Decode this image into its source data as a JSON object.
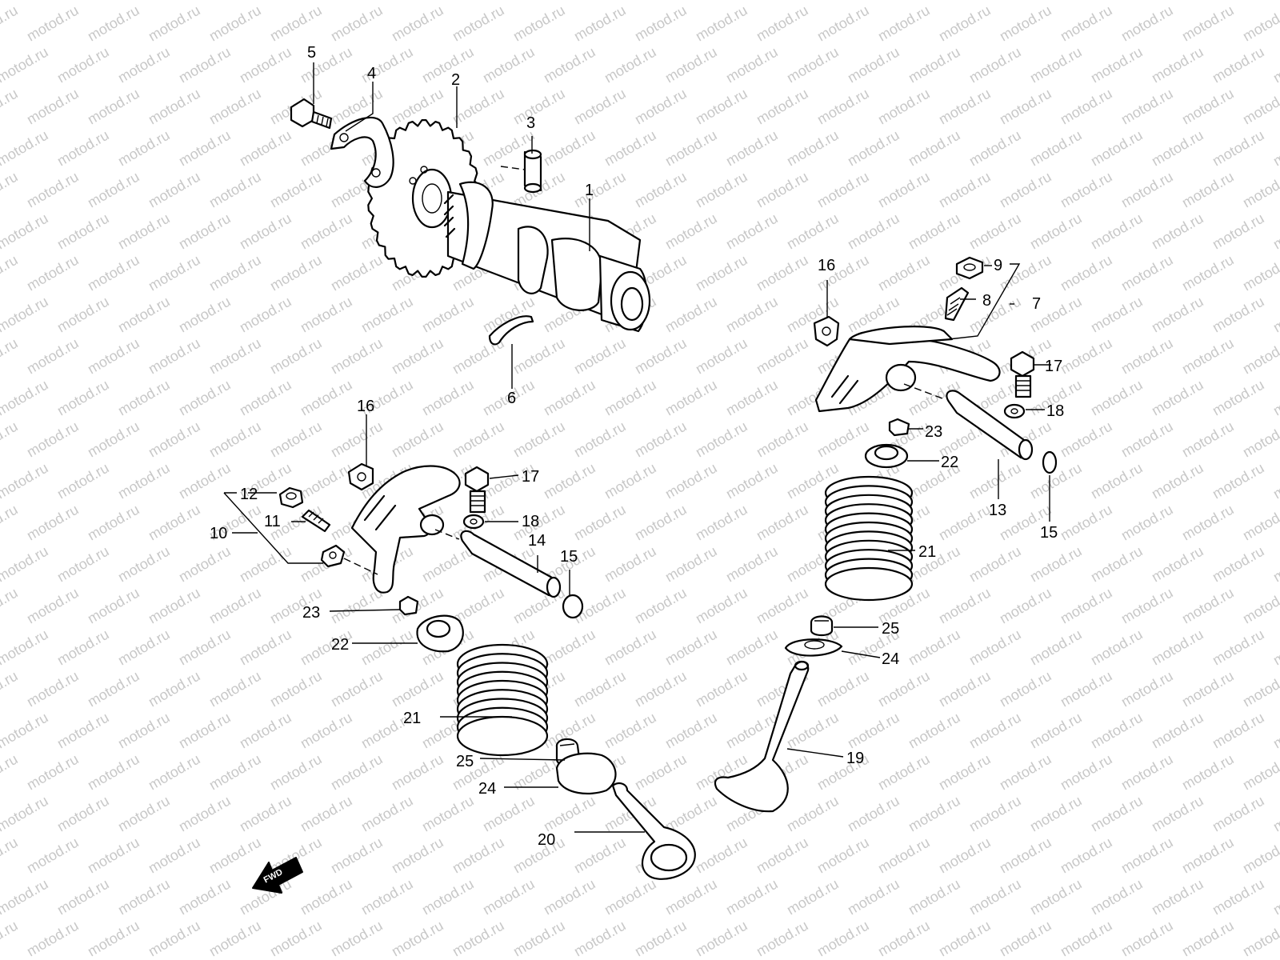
{
  "watermark": "motod.ru",
  "fwd_label": "FWD",
  "callouts": [
    {
      "id": "c1",
      "label": "1"
    },
    {
      "id": "c2",
      "label": "2"
    },
    {
      "id": "c3",
      "label": "3"
    },
    {
      "id": "c4",
      "label": "4"
    },
    {
      "id": "c5",
      "label": "5"
    },
    {
      "id": "c6",
      "label": "6"
    },
    {
      "id": "c7",
      "label": "7"
    },
    {
      "id": "c8",
      "label": "8"
    },
    {
      "id": "c9",
      "label": "9"
    },
    {
      "id": "c10",
      "label": "10"
    },
    {
      "id": "c11",
      "label": "11"
    },
    {
      "id": "c12",
      "label": "12"
    },
    {
      "id": "c13",
      "label": "13"
    },
    {
      "id": "c14",
      "label": "14"
    },
    {
      "id": "c15a",
      "label": "15"
    },
    {
      "id": "c15b",
      "label": "15"
    },
    {
      "id": "c16a",
      "label": "16"
    },
    {
      "id": "c16b",
      "label": "16"
    },
    {
      "id": "c17a",
      "label": "17"
    },
    {
      "id": "c17b",
      "label": "17"
    },
    {
      "id": "c18a",
      "label": "18"
    },
    {
      "id": "c18b",
      "label": "18"
    },
    {
      "id": "c19",
      "label": "19"
    },
    {
      "id": "c20",
      "label": "20"
    },
    {
      "id": "c21a",
      "label": "21"
    },
    {
      "id": "c21b",
      "label": "21"
    },
    {
      "id": "c22a",
      "label": "22"
    },
    {
      "id": "c22b",
      "label": "22"
    },
    {
      "id": "c23a",
      "label": "23"
    },
    {
      "id": "c23b",
      "label": "23"
    },
    {
      "id": "c24a",
      "label": "24"
    },
    {
      "id": "c24b",
      "label": "24"
    },
    {
      "id": "c25a",
      "label": "25"
    },
    {
      "id": "c25b",
      "label": "25"
    }
  ]
}
